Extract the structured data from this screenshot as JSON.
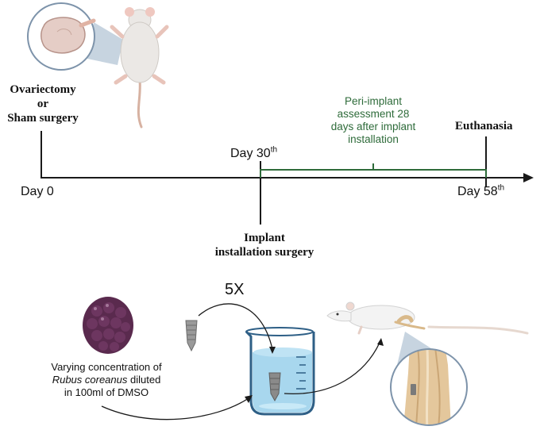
{
  "timeline": {
    "start_event": [
      "Ovariectomy",
      "or",
      "Sham surgery"
    ],
    "day0": "Day 0",
    "day30": "Day 30",
    "day30_sup": "th",
    "implant_event": [
      "Implant",
      "installation surgery"
    ],
    "peri_assessment": [
      "Peri-implant",
      "assessment 28",
      "days after implant",
      "installation"
    ],
    "end_event": "Euthanasia",
    "day58": "Day 58",
    "day58_sup": "th"
  },
  "bottom": {
    "repeat_label": "5X",
    "caption_line1": "Varying concentration of",
    "caption_italic": "Rubus coreanus",
    "caption_line2_rest": " diluted",
    "caption_line3": "in 100ml of DMSO"
  },
  "colors": {
    "timeline": "#1a1a1a",
    "assessment_bracket": "#2e6b3a",
    "liquid": "#9fd3ec",
    "fruit": "#5a2a4e",
    "bone": "#e4c79c"
  },
  "icons": [
    "mouse-icon",
    "ovary-icon",
    "rubus-berry-icon",
    "dental-implant-icon",
    "beaker-icon",
    "rat-icon",
    "tibia-bone-icon"
  ]
}
